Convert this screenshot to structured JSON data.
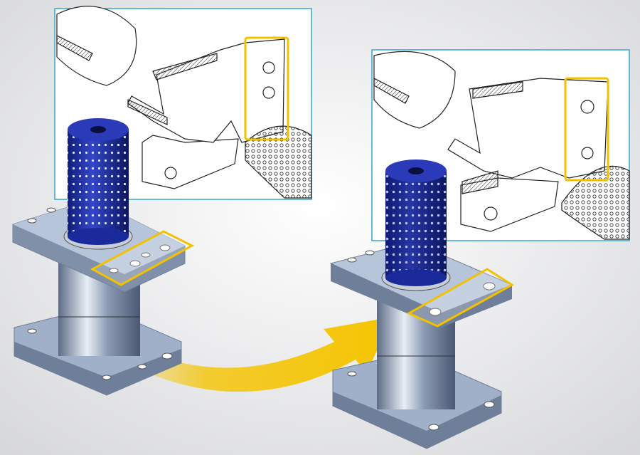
{
  "colors": {
    "background_center": "#ffffff",
    "background_edge": "#d9dadc",
    "inset_border": "#3aa3cc",
    "highlight": "#f2c200",
    "arrow": "#f5c400",
    "plate": "#9fb0c8",
    "plate_dark": "#6f7f99",
    "pillar": "#a8b6cc",
    "bushing": "#2233a8",
    "bushing_top": "#1a2a9a",
    "line": "#222222"
  },
  "illustration": {
    "before": {
      "insets": 1,
      "highlight_boxes": 2
    },
    "after": {
      "insets": 1,
      "highlight_boxes": 2
    }
  }
}
